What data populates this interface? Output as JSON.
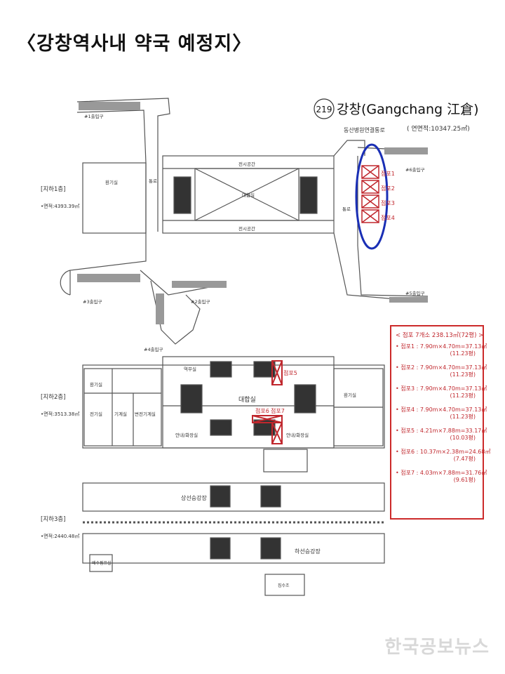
{
  "page_title": "〈강창역사내 약국 예정지〉",
  "station": {
    "number": "219",
    "name": "강창(Gangchang 江倉)",
    "total_area": "( 연면적:10347.25㎡)",
    "connection": "동산병원연결통로"
  },
  "floors": [
    {
      "label": "[지하1층]",
      "area": "•면적:4393.39㎡"
    },
    {
      "label": "[지하2층]",
      "area": "•면적:3513.38㎡"
    },
    {
      "label": "[지하3층]",
      "area": "•면적:2440.48㎡"
    }
  ],
  "b1_labels": {
    "exit1": "#1출입구",
    "exit2": "#2출입구",
    "exit3": "#3출입구",
    "exit4": "#4출입구",
    "exit5": "#5출입구",
    "exit6": "#6출입구",
    "display_top": "전시공간",
    "display_bottom": "전시공간",
    "concourse": "대합실",
    "vent": "환기실",
    "passage_left": "통로",
    "passage_right": "통로"
  },
  "b1_stores": [
    "점포1",
    "점포2",
    "점포3",
    "점포4"
  ],
  "b2_labels": {
    "concourse": "대합실",
    "store5": "점포5",
    "store6": "점포6",
    "store7": "점포7",
    "vent_left": "환기실",
    "vent_right": "환기실",
    "office": "역무실",
    "machine": "기계실",
    "electric": "전기실",
    "power": "변전기계실",
    "restroom_left": "안내/화장실",
    "restroom_right": "안내/화장실"
  },
  "b3_labels": {
    "up_platform": "상선승강장",
    "down_platform": "하선승강장",
    "pump": "배수펌프실",
    "sump": "집수조"
  },
  "info_box": {
    "header": "< 점포 7개소 238.13㎡(72평) >",
    "items": [
      {
        "line1": "• 점포1 : 7.90m×4.70m=37.13㎡",
        "line2": "(11.23평)"
      },
      {
        "line1": "• 점포2 : 7.90m×4.70m=37.13㎡",
        "line2": "(11.23평)"
      },
      {
        "line1": "• 점포3 : 7.90m×4.70m=37.13㎡",
        "line2": "(11.23평)"
      },
      {
        "line1": "• 점포4 : 7.90m×4.70m=37.13㎡",
        "line2": "(11.23평)"
      },
      {
        "line1": "• 점포5 : 4.21m×7.88m=33.17㎡",
        "line2": "(10.03평)"
      },
      {
        "line1": "• 점포6 : 10.37m×2.38m=24.68㎡",
        "line2": "(7.47평)"
      },
      {
        "line1": "• 점포7 : 4.03m×7.88m=31.76㎡",
        "line2": "(9.61평)"
      }
    ]
  },
  "watermark": "한국공보뉴스",
  "colors": {
    "highlight_red": "#c0272d",
    "circle_blue": "#1a2fb5",
    "line_gray": "#555555"
  }
}
